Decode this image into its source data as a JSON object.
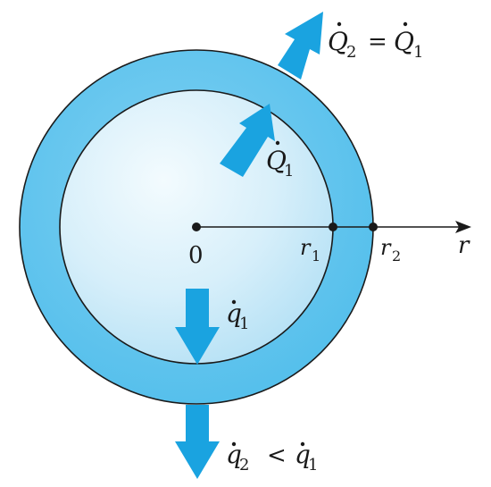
{
  "diagram": {
    "labels": {
      "origin": "0",
      "r1_var": "r",
      "r1_sub": "1",
      "r2_var": "r",
      "r2_sub": "2",
      "r_axis": "r",
      "Q1_var": "Q",
      "Q1_sub": "1",
      "Q2_var": "Q",
      "Q2_sub": "2",
      "Q2_eq": "=",
      "Q2_rhs_var": "Q",
      "Q2_rhs_sub": "1",
      "q1_var": "q",
      "q1_sub": "1",
      "q2_var": "q",
      "q2_sub": "2",
      "q2_lt": "<",
      "q2_rhs_var": "q",
      "q2_rhs_sub": "1"
    },
    "colors": {
      "outer_shell": "#59c3ee",
      "inner_sphere_light": "#eef8fd",
      "inner_sphere_dark": "#b6e2f6",
      "arrow": "#19a3e0",
      "outline": "#1a1a1a"
    }
  }
}
